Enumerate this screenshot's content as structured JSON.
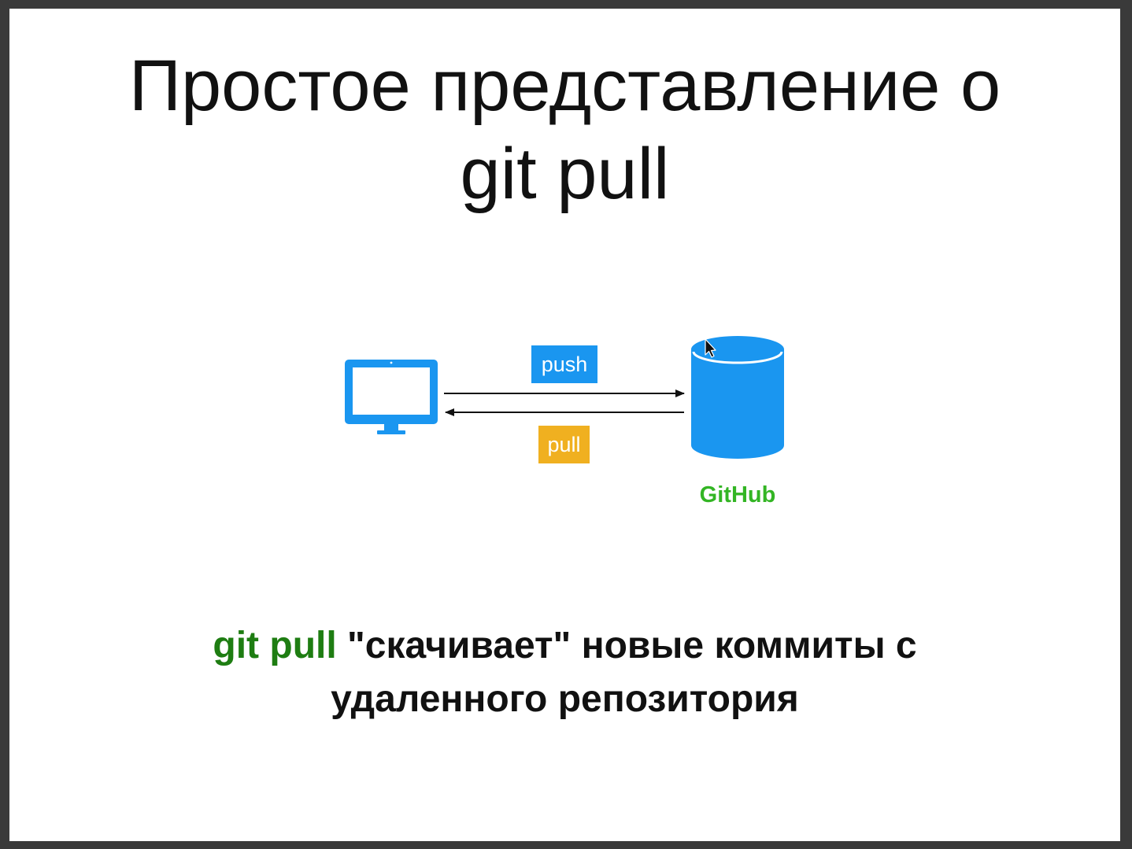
{
  "title": {
    "line1": "Простое представление о",
    "line2": "git pull"
  },
  "diagram": {
    "push_label": "push",
    "pull_label": "pull",
    "remote_label": "GitHub",
    "icons": {
      "local": "computer-monitor-icon",
      "remote": "database-cylinder-icon",
      "cursor": "mouse-cursor-icon"
    },
    "colors": {
      "computer": "#1a96f0",
      "database": "#1a96f0",
      "push": "#1a96f0",
      "pull": "#f0b020",
      "github": "#33b524"
    }
  },
  "caption": {
    "command": "git pull",
    "line1_rest": " \"скачивает\" новые коммиты с",
    "line2": "удаленного репозитория",
    "highlight_color": "#1e7d12"
  }
}
